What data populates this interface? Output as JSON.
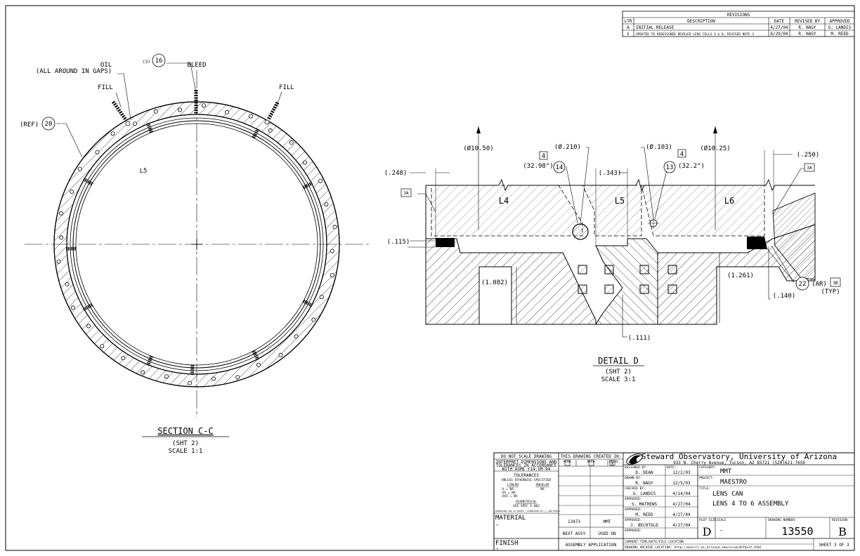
{
  "revisions": {
    "title": "REVISIONS",
    "headers": [
      "LTR",
      "DESCRIPTION",
      "DATE",
      "REVISED BY",
      "APPROVED"
    ],
    "rows": [
      [
        "A",
        "INITIAL RELEASE",
        "4/27/04",
        "R. NAGY",
        "G. LANDIS"
      ],
      [
        "B",
        "UPDATED TO REDESIGNED BEVELED LENS CELLS 4 & 6; REVISED NOTE 3",
        "6/29/04",
        "R. NAGY",
        "M. REED"
      ]
    ]
  },
  "section": {
    "oil_label": "OIL",
    "oil_sub": "(ALL AROUND IN GAPS)",
    "qty": "(3)",
    "bleed_balloon": "16",
    "bleed_label": "BLEED",
    "fill_left": "FILL",
    "fill_right": "FILL",
    "ref_label": "(REF)",
    "ref_balloon": "20",
    "lens_label": "L5",
    "title": "SECTION C-C",
    "sheet_ref": "(SHT 2)",
    "scale": "SCALE 1:1"
  },
  "detail": {
    "dia_left": "(Ø10.50)",
    "dia_right": "(Ø10.25)",
    "oring_dia": "(Ø.210)",
    "note_left": "4",
    "angle_left": "(32.98°)",
    "balloon_14": "14",
    "dim_343": "(.343)",
    "small_dia": "(Ø.103)",
    "note_right": "4",
    "balloon_13": "13",
    "angle_right": "(32.2°)",
    "dim_248": "(.248)",
    "dim_250": "(.250)",
    "note_3a_left": "3A",
    "note_3a_right": "3A",
    "l4": "L4",
    "l5": "L5",
    "l6": "L6",
    "dim_115": "(.115)",
    "dim_1082": "(1.082)",
    "dim_1261": "(1.261)",
    "dim_140": "(.140)",
    "dim_111": "(.111)",
    "balloon_22": "22",
    "ar": "(AR)",
    "note_3b": "3B",
    "typ": "(TYP)",
    "title": "DETAIL D",
    "sheet_ref": "(SHT 2)",
    "scale": "SCALE 3:1"
  },
  "titleblock": {
    "dns": "DO NOT SCALE DRAWING",
    "interpret1": "INTERPRET DIMENSIONS AND",
    "interpret2": "TOLERANCES IN ACCORDANCE",
    "interpret3": "WITH ASME Y14.5M-94",
    "tolerances": "TOLERANCES",
    "unless": "UNLESS OTHERWISE SPECIFIED",
    "linear": "LINEAR",
    "angular": "ANGULAR",
    "tol_x": ".X  = NA",
    "tol_xx": ".XX  = NA",
    "tol_xxx": ".XXX = NA",
    "tol_ang": "NA",
    "diametrical": "DIAMETRICAL",
    "see_spec": "SEE SPEC S-002",
    "dims_note": "DIMENSIONS ARE IN INCHES / DIMENSIONS IN [ ] ARE METRIC",
    "material": "MATERIAL",
    "material_val": "-",
    "finish": "FINISH",
    "finish_val": "-",
    "created_in": "THIS DRAWING CREATED IN:",
    "acad": "ACAD",
    "mech": "MECH",
    "ideas": "IDEAS",
    "ideas_mark": "X",
    "next_assy_val": "13473",
    "used_on_val": "MMT",
    "next_assy": "NEXT ASSY",
    "used_on": "USED ON",
    "assembly_app": "ASSEMBLY APPLICATION",
    "org": "Steward Observatory, University of Arizona",
    "address": "933 N. Cherry Avenue, Tucson, AZ  85721  (520)621-7659",
    "designed_by_lbl": "DESIGNED BY:",
    "designed_by": "D. DEAN",
    "date_lbl": "DATE:",
    "designed_date": "12/2/03",
    "drawn_by_lbl": "DRAWN BY:",
    "drawn_by": "R. NAGY",
    "drawn_date": "12/5/03",
    "checked_by_lbl": "CHECKED BY:",
    "checked_by": "G. LANDIS",
    "checked_date": "4/14/04",
    "approved_lbl": "APPROVED:",
    "approved1": "S. MATHEWS",
    "approved1_date": "4/27/04",
    "approved2": "M. REED",
    "approved2_date": "4/27/04",
    "approved3": "J. BECHTOLD",
    "approved3_date": "4/27/04",
    "category_lbl": "CATEGORY:",
    "category": "MMT",
    "project_lbl": "PROJECT:",
    "project": "MAESTRO",
    "title_lbl": "TITLE:",
    "title1": "LENS CAN",
    "title2": "LENS 4 TO 6 ASSEMBLY",
    "plot_size_lbl": "PLOT SIZE",
    "plot_size": "D",
    "scale_lbl": "SCALE",
    "scale": "-",
    "dwg_no_lbl": "DRAWING NUMBER:",
    "dwg_no": "13550",
    "revision_lbl": "REVISION:",
    "revision": "B",
    "file_loc": "CURRENT TIME/DATE/FILE LOCATION",
    "archive": "DRAWING ARCHIVE LOCATION: http://mavrcl.as.arizona.edu/scsd/default.html",
    "sheet": "SHEET 3 OF 3"
  }
}
